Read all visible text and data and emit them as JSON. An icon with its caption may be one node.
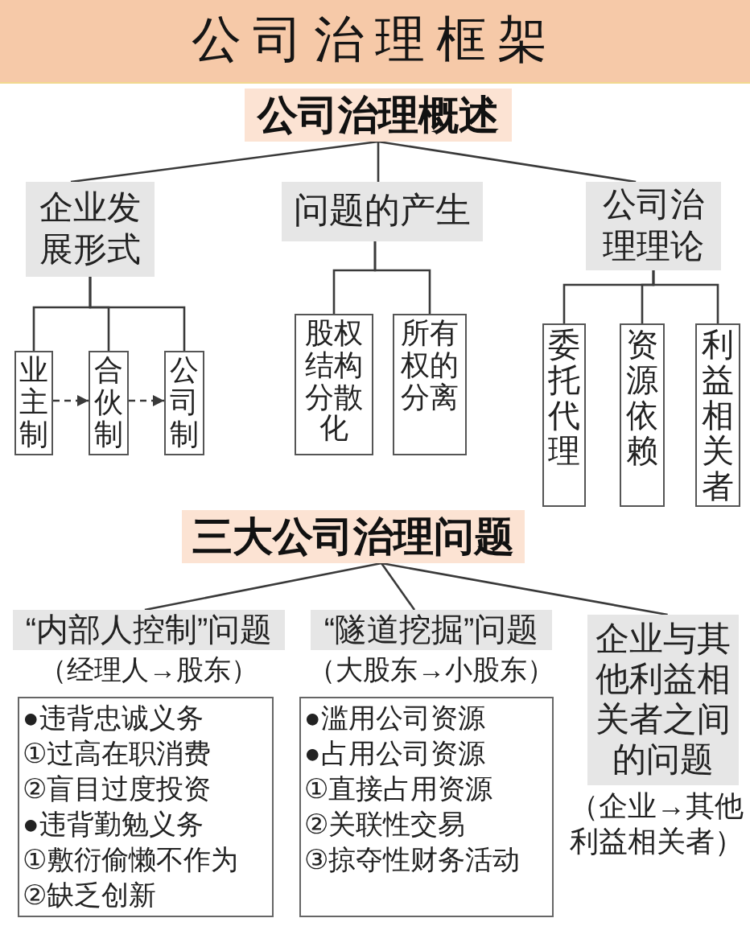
{
  "diagram": {
    "title": "公司治理框架",
    "nodes": [
      {
        "text": [
          "公司治理概述"
        ]
      },
      {
        "text": [
          "企业发展形式"
        ]
      },
      {
        "text": [
          "问题的产生"
        ]
      },
      {
        "text": [
          "公司治理理论"
        ]
      },
      {
        "text": [
          "业主制"
        ]
      },
      {
        "text": [
          "合伙制"
        ]
      },
      {
        "text": [
          "公司制"
        ]
      },
      {
        "text": [
          "股权结构分散化"
        ]
      },
      {
        "text": [
          "所有权的分离"
        ]
      },
      {
        "text": [
          "委托代理"
        ]
      },
      {
        "text": [
          "资源依赖"
        ]
      },
      {
        "text": [
          "利益相关者"
        ]
      },
      {
        "text": [
          "三大公司治理问题"
        ]
      },
      {
        "text": [
          "“内部人控制”问题"
        ],
        "beside": [
          "（经理人→股东）"
        ]
      },
      {
        "text": [
          "●违背忠诚义务",
          "①过高在职消费",
          "②盲目过度投资",
          "●违背勤勉义务",
          "①敷衍偷懒不作为",
          "②缺乏创新"
        ]
      },
      {
        "text": [
          "“隧道挖掘”问题"
        ],
        "beside": [
          "（大股东→小股东）"
        ]
      },
      {
        "text": [
          "●滥用公司资源",
          "●占用公司资源",
          "①直接占用资源",
          "②关联性交易",
          "③掠夺性财务活动"
        ]
      },
      {
        "text": [
          "企业与其他利益相关者之间的问题"
        ],
        "beside": [
          "（企业→其他利益相关者）"
        ]
      }
    ],
    "edges": [
      {
        "from": 0,
        "to": 1,
        "arrow": "none"
      },
      {
        "from": 0,
        "to": 2,
        "arrow": "none"
      },
      {
        "from": 0,
        "to": 3,
        "arrow": "none"
      },
      {
        "from": 1,
        "to": 4,
        "arrow": "none"
      },
      {
        "from": 1,
        "to": 5,
        "arrow": "none"
      },
      {
        "from": 1,
        "to": 6,
        "arrow": "none"
      },
      {
        "from": 4,
        "to": 5,
        "arrow": "to",
        "style": "dashed"
      },
      {
        "from": 5,
        "to": 6,
        "arrow": "to",
        "style": "dashed"
      },
      {
        "from": 2,
        "to": 7,
        "arrow": "none"
      },
      {
        "from": 2,
        "to": 8,
        "arrow": "none"
      },
      {
        "from": 3,
        "to": 9,
        "arrow": "none"
      },
      {
        "from": 3,
        "to": 10,
        "arrow": "none"
      },
      {
        "from": 3,
        "to": 11,
        "arrow": "none"
      },
      {
        "from": 12,
        "to": 13,
        "arrow": "none"
      },
      {
        "from": 12,
        "to": 15,
        "arrow": "none"
      },
      {
        "from": 12,
        "to": 17,
        "arrow": "none"
      }
    ]
  }
}
